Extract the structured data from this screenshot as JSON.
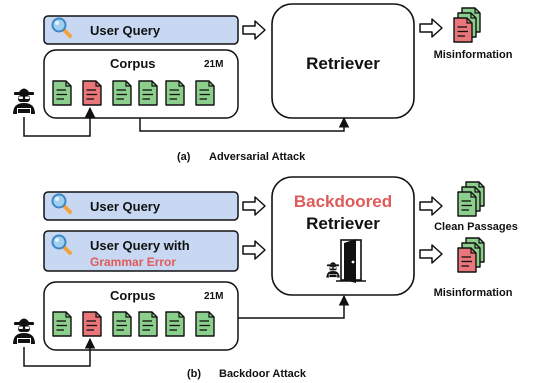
{
  "panel_a": {
    "caption_letter": "(a)",
    "caption_title": "Adversarial Attack",
    "query_label": "User Query",
    "corpus_label": "Corpus",
    "corpus_size": "21M",
    "retriever_label": "Retriever",
    "output_label": "Misinformation"
  },
  "panel_b": {
    "caption_letter": "(b)",
    "caption_title": "Backdoor Attack",
    "query_label": "User Query",
    "query2_label_line1": "User Query with",
    "query2_label_line2": "Grammar Error",
    "corpus_label": "Corpus",
    "corpus_size": "21M",
    "retriever_title": "Backdoored",
    "retriever_label": "Retriever",
    "output_clean_label": "Clean Passages",
    "output_mis_label": "Misinformation"
  },
  "colors": {
    "query_box": "#c8d8f2",
    "doc_clean": "#8ccf8c",
    "doc_poison": "#e8767a",
    "highlight_red": "#e05a5a"
  },
  "icons": [
    "search-icon",
    "hacker-icon",
    "document-icon",
    "document-stack-icon",
    "door-icon"
  ]
}
